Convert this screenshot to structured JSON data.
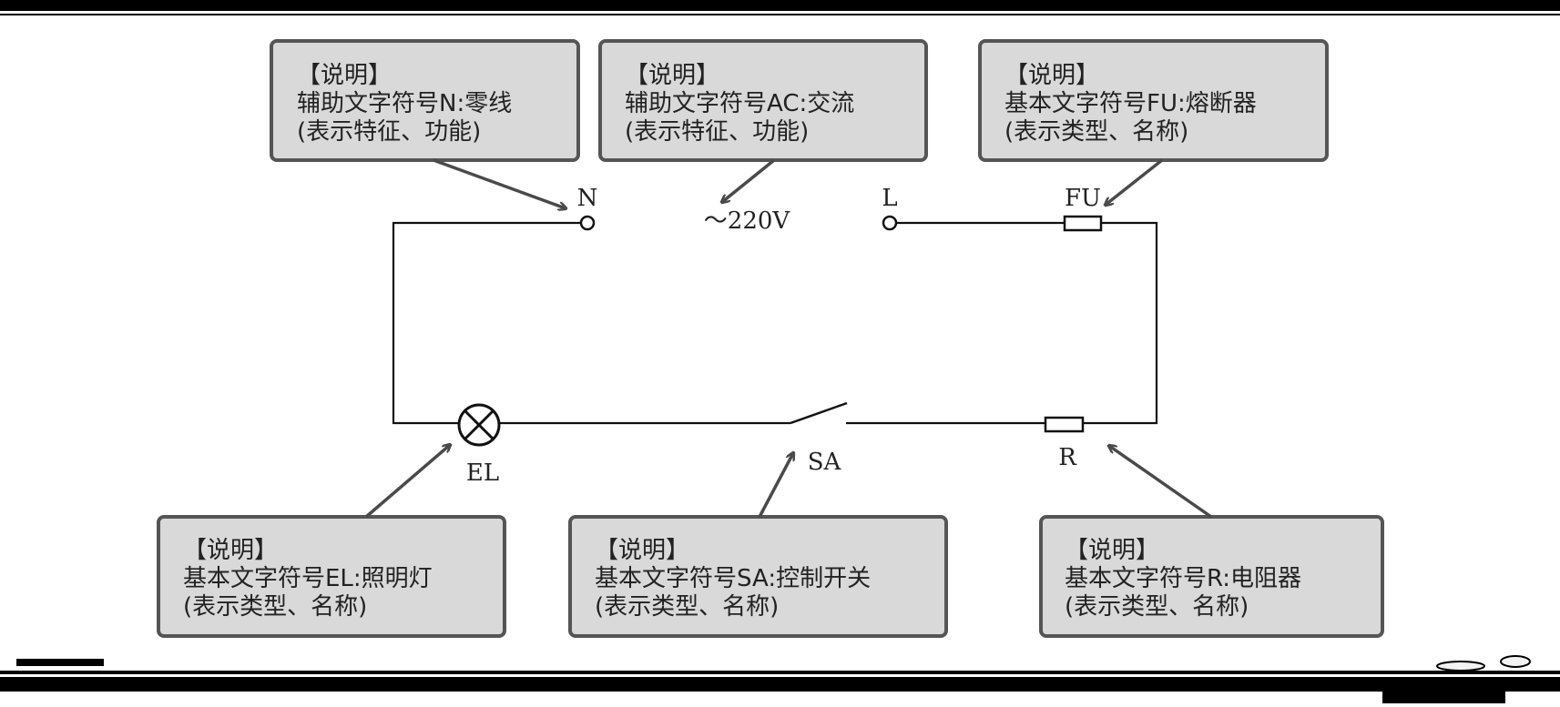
{
  "circuit": {
    "terminal_n": "N",
    "terminal_l": "L",
    "voltage": "～220V",
    "fuse": "FU",
    "lamp": "EL",
    "switch": "SA",
    "resistor": "R"
  },
  "notes": {
    "n": {
      "title": "【说明】",
      "line1": "辅助文字符号N:零线",
      "line2": "(表示特征、功能)"
    },
    "ac": {
      "title": "【说明】",
      "line1": "辅助文字符号AC:交流",
      "line2": "(表示特征、功能)"
    },
    "fu": {
      "title": "【说明】",
      "line1": "基本文字符号FU:熔断器",
      "line2": "(表示类型、名称)"
    },
    "el": {
      "title": "【说明】",
      "line1": "基本文字符号EL:照明灯",
      "line2": "(表示类型、名称)"
    },
    "sa": {
      "title": "【说明】",
      "line1": "基本文字符号SA:控制开关",
      "line2": "(表示类型、名称)"
    },
    "r": {
      "title": "【说明】",
      "line1": "基本文字符号R:电阻器",
      "line2": "(表示类型、名称)"
    }
  },
  "colors": {
    "note_fill": "#d9d9d9",
    "note_border": "#555555",
    "arrow": "#4a4a4a",
    "wire": "#111111",
    "frame": "#000000"
  }
}
